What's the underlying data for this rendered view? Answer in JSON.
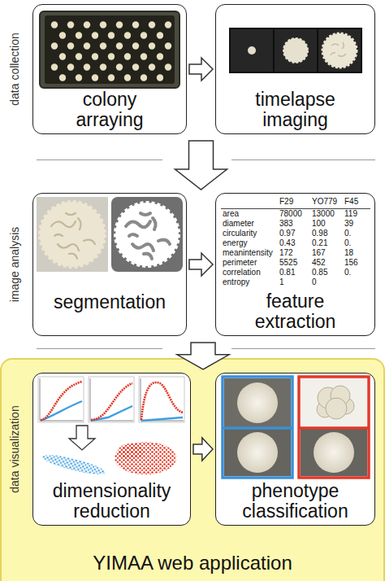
{
  "diagram": {
    "nodes": [
      {
        "text": [
          "colony arraying"
        ]
      },
      {
        "text": [
          "timelapse imaging"
        ]
      },
      {
        "text": [
          "segmentation"
        ]
      },
      {
        "text": [
          "feature extraction"
        ]
      },
      {
        "text": [
          "YIMAA web application"
        ]
      },
      {
        "text": [
          "dimensionality reduction"
        ],
        "in": 4
      },
      {
        "text": [
          "phenotype classification"
        ],
        "in": 4
      }
    ],
    "edges": [
      {
        "from": 0,
        "to": 1,
        "arrow": "to"
      },
      {
        "from": 1,
        "to": 2,
        "arrow": "to"
      },
      {
        "from": 2,
        "to": 3,
        "arrow": "to"
      },
      {
        "from": 3,
        "to": 5,
        "arrow": "to"
      },
      {
        "from": 5,
        "to": 6,
        "arrow": "to"
      }
    ],
    "labels": [
      "data collection",
      "image analysis",
      "data visualization",
      "F29",
      "YO779",
      "F45",
      "area",
      "78000",
      "13000",
      "119",
      "diameter",
      "383",
      "100",
      "39",
      "circularity",
      "0.97",
      "0.98",
      "0.",
      "energy",
      "0.43",
      "0.21",
      "0.",
      "meanintensity",
      "172",
      "167",
      "18",
      "perimeter",
      "5525",
      "452",
      "156",
      "correlation",
      "0.81",
      "0.85",
      "0.",
      "entropy",
      "1",
      "0"
    ]
  }
}
